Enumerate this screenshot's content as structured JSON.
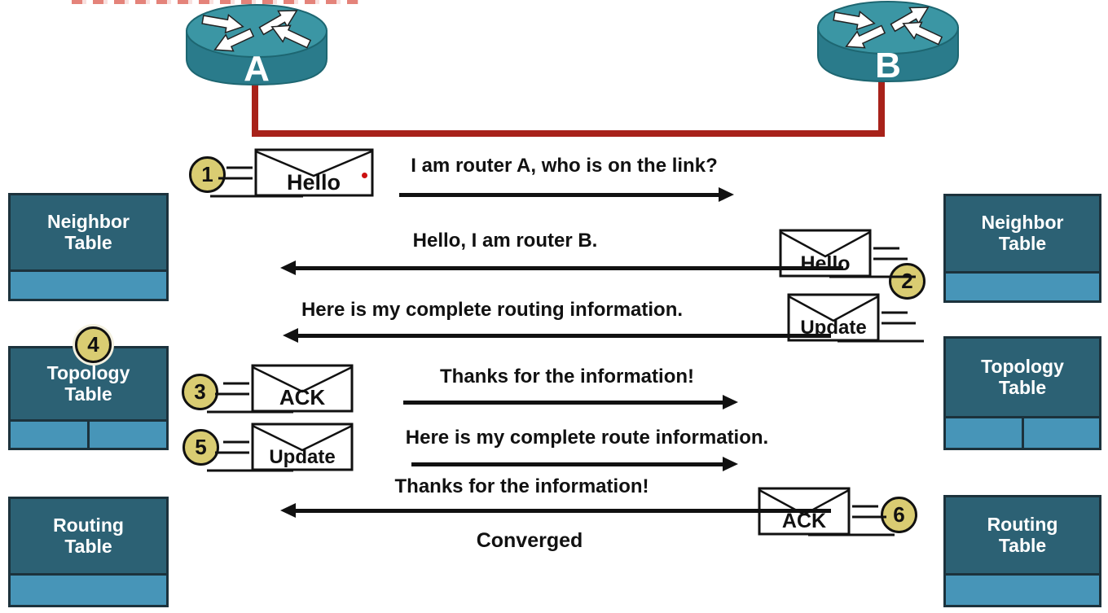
{
  "diagram": {
    "routers": {
      "a": "A",
      "b": "B"
    },
    "steps": {
      "s1": "1",
      "s2": "2",
      "s3": "3",
      "s4": "4",
      "s5": "5",
      "s6": "6"
    },
    "envelopes": {
      "e1": "Hello",
      "e2": "Hello",
      "e3": "Update",
      "e4": "ACK",
      "e5": "Update",
      "e6": "ACK"
    },
    "messages": {
      "m1": "I am router A, who is on the link?",
      "m2": "Hello, I am router B.",
      "m3": "Here is my complete routing information.",
      "m4": "Thanks for the information!",
      "m5": "Here is my complete route information.",
      "m6": "Thanks for the information!",
      "converged": "Converged"
    },
    "tables": {
      "left": [
        {
          "l1": "Neighbor",
          "l2": "Table"
        },
        {
          "l1": "Topology",
          "l2": "Table"
        },
        {
          "l1": "Routing",
          "l2": "Table"
        }
      ],
      "right": [
        {
          "l1": "Neighbor",
          "l2": "Table"
        },
        {
          "l1": "Topology",
          "l2": "Table"
        },
        {
          "l1": "Routing",
          "l2": "Table"
        }
      ]
    },
    "colors": {
      "router_top": "#3b96a4",
      "router_body": "#2a7b8b",
      "table_header": "#2c6174",
      "table_row": "#4795b8",
      "link_red": "#a8221a",
      "step_fill": "#d9cc72",
      "arrow_black": "#111111",
      "red_dot": "#cc1111",
      "clipped_text_red": "#e4837a"
    }
  }
}
